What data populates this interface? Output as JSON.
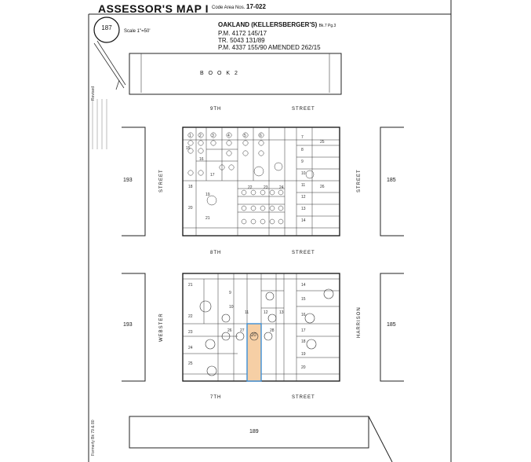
{
  "header": {
    "title": "ASSESSOR'S MAP I",
    "code_area": "Code Area Nos.",
    "code_area_value": "17-022",
    "map_number": "187",
    "scale": "Scale 1\"=50'"
  },
  "subdivisions": {
    "main": "OAKLAND (KELLERSBERGER'S)",
    "main_ref": "Bk.7 Pg.3",
    "lines": [
      "P.M. 4172  145/17",
      "TR. 5043  131/89",
      "P.M. 4337  155/90  AMENDED 262/15"
    ]
  },
  "book_label": "B  O  O  K     2",
  "streets": {
    "ninth": "9TH",
    "eighth": "8TH",
    "seventh": "7TH",
    "street": "STREET",
    "webster": "WEBSTER",
    "harrison": "HARRISON"
  },
  "adjacent_blocks": {
    "west_upper": "193",
    "west_lower": "193",
    "east_upper": "185",
    "east_lower": "185",
    "south": "189"
  },
  "upper_block_parcels": [
    "1",
    "2",
    "3",
    "4",
    "5",
    "6",
    "7",
    "8",
    "9",
    "10",
    "11",
    "12",
    "13",
    "14",
    "15",
    "16",
    "17",
    "18",
    "19",
    "20",
    "21",
    "22",
    "23",
    "24",
    "25",
    "26"
  ],
  "lower_block_parcels": [
    "9",
    "10",
    "11",
    "12",
    "13",
    "14",
    "15",
    "16",
    "17",
    "18",
    "19",
    "20",
    "21",
    "22",
    "23",
    "24",
    "25",
    "26",
    "27",
    "28"
  ],
  "highlight_parcel": "20",
  "footer": {
    "revised": "Revised",
    "note": "Formerly Bk 79 & 80"
  },
  "colors": {
    "highlight": "#f6cfa5",
    "highlight_border": "#3c8fd6",
    "ink": "#111111"
  }
}
